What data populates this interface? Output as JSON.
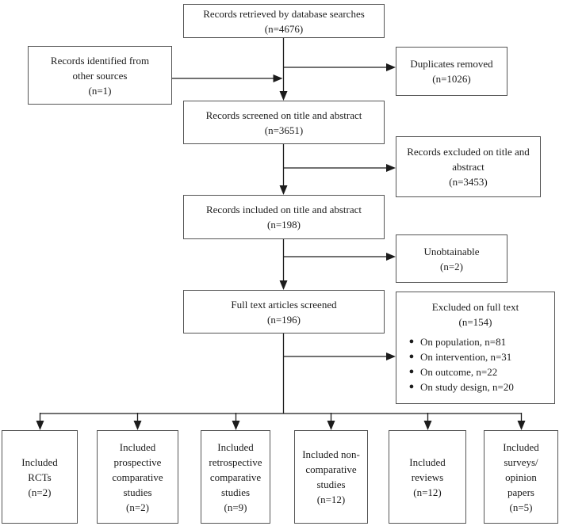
{
  "colors": {
    "ink": "#1c1c1c",
    "box_border": "#555555"
  },
  "boxes": {
    "retrieved": {
      "label": "Records retrieved by database searches",
      "count": "(n=4676)"
    },
    "other_sources": {
      "label": "Records identified from other sources",
      "count": "(n=1)"
    },
    "duplicates": {
      "label": "Duplicates removed",
      "count": "(n=1026)"
    },
    "screened": {
      "label": "Records screened on title and abstract",
      "count": "(n=3651)"
    },
    "excluded_title_abstract": {
      "label": "Records excluded on title and abstract",
      "count": "(n=3453)"
    },
    "included_title_abstract": {
      "label": "Records included on title and abstract",
      "count": "(n=198)"
    },
    "unobtainable": {
      "label": "Unobtainable",
      "count": "(n=2)"
    },
    "fulltext_screened": {
      "label": "Full text articles screened",
      "count": "(n=196)"
    },
    "excluded_fulltext": {
      "label": "Excluded on full text",
      "count": "(n=154)",
      "bullet": "●",
      "items": [
        "On population, n=81",
        "On intervention, n=31",
        "On outcome, n=22",
        "On study design, n=20"
      ]
    },
    "included_rcts": {
      "label": "Included RCTs",
      "count": "(n=2)"
    },
    "included_prospective": {
      "label": "Included prospective comparative studies",
      "count": "(n=2)"
    },
    "included_retrospective": {
      "label": "Included retrospective comparative studies",
      "count": "(n=9)"
    },
    "included_noncomparative": {
      "label": "Included non-comparative studies",
      "count": "(n=12)"
    },
    "included_reviews": {
      "label": "Included reviews",
      "count": "(n=12)"
    },
    "included_surveys": {
      "label": "Included surveys/ opinion papers",
      "count": "(n=5)"
    }
  }
}
